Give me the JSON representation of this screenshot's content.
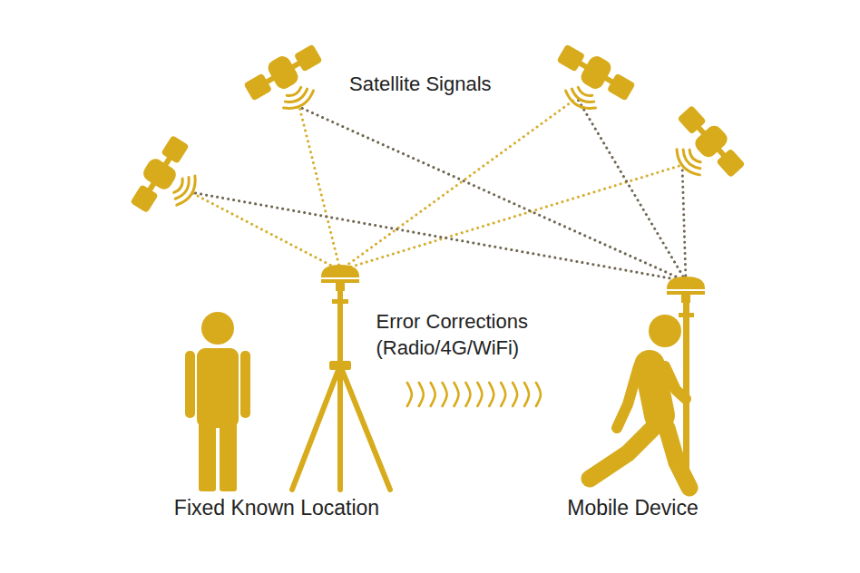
{
  "diagram": {
    "nodes": [
      {
        "text": [
          "Fixed Known Location"
        ]
      },
      {
        "text": [
          "Mobile Device"
        ]
      }
    ],
    "edges": [
      {
        "from": 0,
        "to": 1,
        "arrow": "none",
        "label": "Error Corrections (Radio/4G/WiFi)"
      }
    ],
    "labels": [
      "Satellite Signals"
    ]
  }
}
